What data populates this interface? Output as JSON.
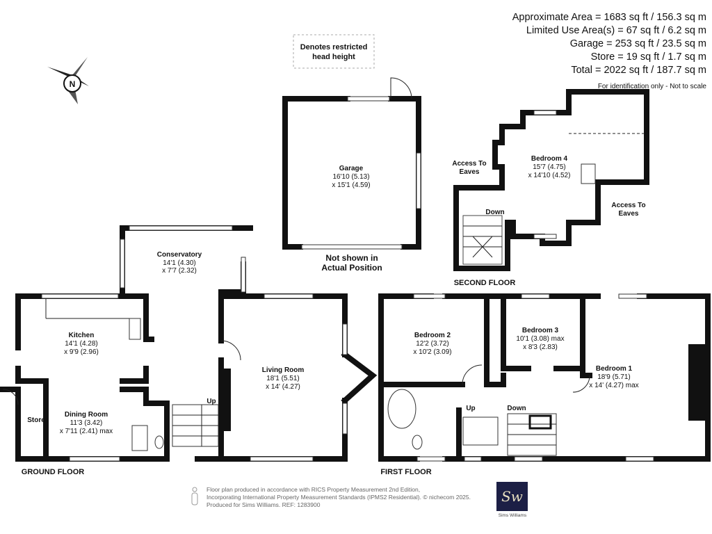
{
  "areas": {
    "lines": [
      "Approximate Area = 1683 sq ft / 156.3 sq m",
      "Limited Use Area(s) = 67 sq ft / 6.2 sq m",
      "Garage = 253 sq ft / 23.5 sq m",
      "Store = 19 sq ft / 1.7 sq m",
      "Total = 2022 sq ft / 187.7 sq m"
    ],
    "note": "For identification only - Not to scale"
  },
  "legend": {
    "restricted": [
      "Denotes restricted",
      "head height"
    ]
  },
  "compass": {
    "label": "N"
  },
  "rooms": {
    "garage": [
      "Garage",
      "16'10 (5.13)",
      "x 15'1 (4.59)"
    ],
    "garage_note": [
      "Not shown in",
      "Actual Position"
    ],
    "conservatory": [
      "Conservatory",
      "14'1 (4.30)",
      "x 7'7 (2.32)"
    ],
    "kitchen": [
      "Kitchen",
      "14'1 (4.28)",
      "x 9'9 (2.96)"
    ],
    "living": [
      "Living Room",
      "18'1 (5.51)",
      "x 14' (4.27)"
    ],
    "dining": [
      "Dining Room",
      "11'3 (3.42)",
      "x 7'11 (2.41) max"
    ],
    "store": "Store",
    "bedroom2": [
      "Bedroom 2",
      "12'2 (3.72)",
      "x 10'2 (3.09)"
    ],
    "bedroom3": [
      "Bedroom 3",
      "10'1 (3.08) max",
      "x 8'3 (2.83)"
    ],
    "bedroom1": [
      "Bedroom 1",
      "18'9 (5.71)",
      "x 14' (4.27) max"
    ],
    "bedroom4": [
      "Bedroom 4",
      "15'7 (4.75)",
      "x 14'10 (4.52)"
    ],
    "eaves1": [
      "Access To",
      "Eaves"
    ],
    "eaves2": [
      "Access To",
      "Eaves"
    ],
    "stairs": {
      "ground_up": "Up",
      "first_up": "Up",
      "first_down": "Down",
      "second_down": "Down"
    }
  },
  "floors": {
    "ground": "GROUND FLOOR",
    "first": "FIRST FLOOR",
    "second": "SECOND FLOOR"
  },
  "footer": {
    "lines": [
      "Floor plan produced in accordance with RICS Property Measurement 2nd Edition,",
      "Incorporating International Property Measurement Standards (IPMS2 Residential).   © nichecom 2025.",
      "Produced for Sims Williams.   REF:  1283900"
    ],
    "logo": "Sw",
    "logo_caption": "Sims Williams"
  }
}
